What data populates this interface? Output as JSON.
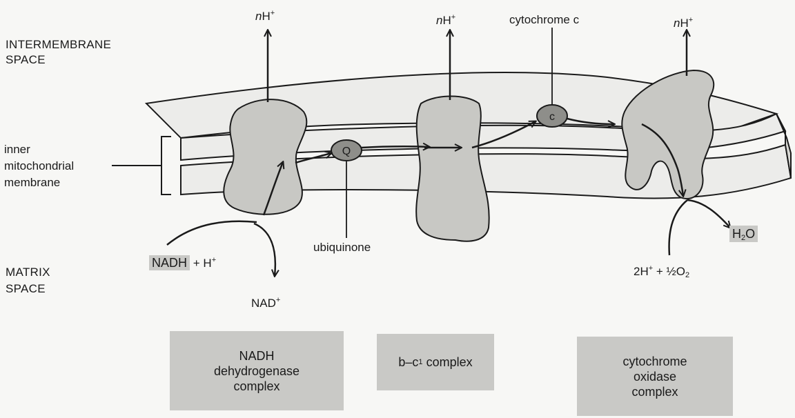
{
  "labels": {
    "intermembrane_space_line1": "INTERMEMBRANE",
    "intermembrane_space_line2": "SPACE",
    "inner_membrane_line1": "inner",
    "inner_membrane_line2": "mitochondrial",
    "inner_membrane_line3": "membrane",
    "matrix_space_line1": "MATRIX",
    "matrix_space_line2": "SPACE",
    "proton_n": "n",
    "proton_h": "H",
    "proton_plus": "+",
    "cytochrome_c": "cytochrome c",
    "ubiquinone": "ubiquinone",
    "ubiquinone_symbol": "Q",
    "cytochrome_c_symbol": "c",
    "nadh_h_prefix": "NADH",
    "nadh_h_suffix": "+ H",
    "nad_plus": "NAD",
    "water_h": "H",
    "water_2": "2",
    "water_o": "O",
    "oxygen_prefix": "2H",
    "oxygen_mid": "+ ½O",
    "oxygen_sub": "2"
  },
  "complexes": {
    "nadh_dehydrogenase_line1": "NADH",
    "nadh_dehydrogenase_line2": "dehydrogenase",
    "nadh_dehydrogenase_line3": "complex",
    "bc1_prefix": "b–c",
    "bc1_sub": "1",
    "bc1_suffix": "complex",
    "cytochrome_oxidase_line1": "cytochrome",
    "cytochrome_oxidase_line2": "oxidase",
    "cytochrome_oxidase_line3": "complex"
  },
  "colors": {
    "ink": "#1a1a1a",
    "membrane_fill": "#ececea",
    "protein_fill": "#c8c8c4",
    "label_box_fill": "#c9c9c6",
    "background": "#f7f7f5"
  }
}
